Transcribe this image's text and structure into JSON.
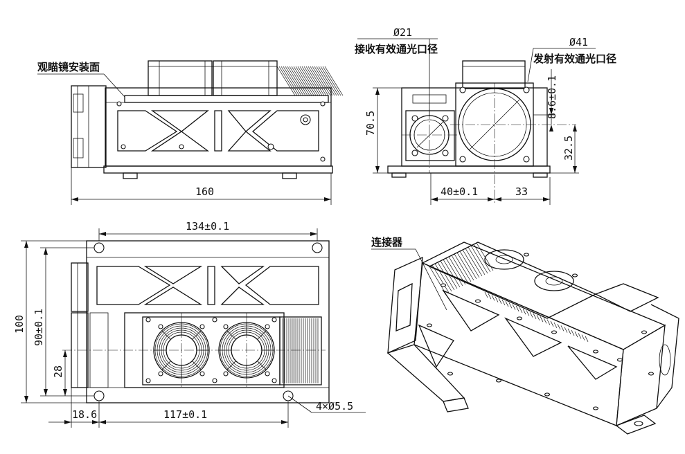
{
  "labels": {
    "mount_surface": "观瞄镜安装面",
    "rx_diameter": "Ø21",
    "rx_aperture": "接收有效通光口径",
    "tx_diameter": "Ø41",
    "tx_aperture": "发射有效通光口径",
    "connector": "连接器"
  },
  "dimensions": {
    "length_160": "160",
    "height_70_5": "70.5",
    "offset_8_6": "8.6±0.1",
    "height_32_5": "32.5",
    "width_40": "40±0.1",
    "width_33": "33",
    "span_134": "134±0.1",
    "overall_100": "100",
    "span_90": "90±0.1",
    "offset_28": "28",
    "offset_18_6": "18.6",
    "span_117": "117±0.1",
    "holes": "4×Ø5.5"
  }
}
